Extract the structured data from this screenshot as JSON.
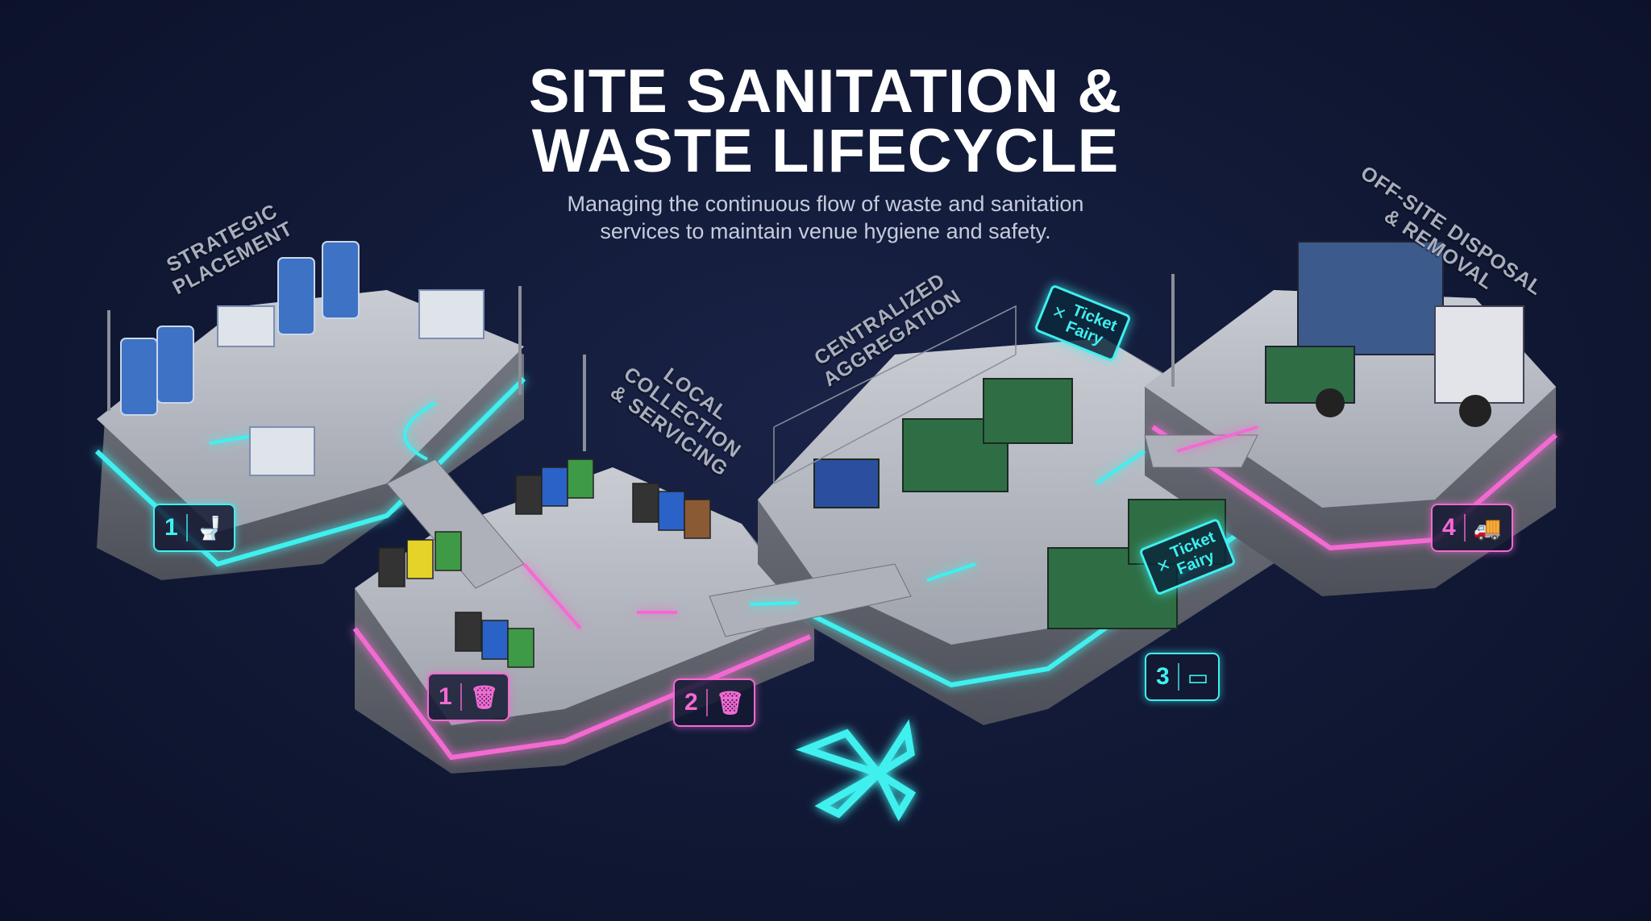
{
  "header": {
    "title_line1": "SITE SANITATION &",
    "title_line2": "WASTE LIFECYCLE",
    "subtitle_line1": "Managing the continuous flow of waste and sanitation",
    "subtitle_line2": "services to maintain venue hygiene and safety."
  },
  "zones": [
    {
      "label_line1": "STRATEGIC",
      "label_line2": "PLACEMENT"
    },
    {
      "label_line1": "LOCAL",
      "label_line2": "COLLECTION",
      "label_line3": "& SERVICING"
    },
    {
      "label_line1": "CENTRALIZED",
      "label_line2": "AGGREGATION"
    },
    {
      "label_line1": "OFF-SITE DISPOSAL",
      "label_line2": "& REMOVAL"
    }
  ],
  "badges": [
    {
      "number": "1",
      "icon": "toilet-icon",
      "glyph": "🚽",
      "color": "#3ff0ef"
    },
    {
      "number": "1",
      "icon": "trash-bin-icon",
      "glyph": "🗑",
      "color": "#f36ad2"
    },
    {
      "number": "2",
      "icon": "trash-bin-icon",
      "glyph": "🗑",
      "color": "#f36ad2"
    },
    {
      "number": "3",
      "icon": "dumpster-icon",
      "glyph": "▭",
      "color": "#3ff0ef"
    },
    {
      "number": "4",
      "icon": "garbage-truck-icon",
      "glyph": "🚚",
      "color": "#f36ad2"
    }
  ],
  "signs": [
    {
      "text_line1": "Ticket",
      "text_line2": "Fairy"
    },
    {
      "text_line1": "Ticket",
      "text_line2": "Fairy"
    }
  ],
  "colors": {
    "background": "#121a38",
    "accent_cyan": "#3ff0ef",
    "accent_pink": "#f36ad2",
    "platform": "#8d9098"
  }
}
